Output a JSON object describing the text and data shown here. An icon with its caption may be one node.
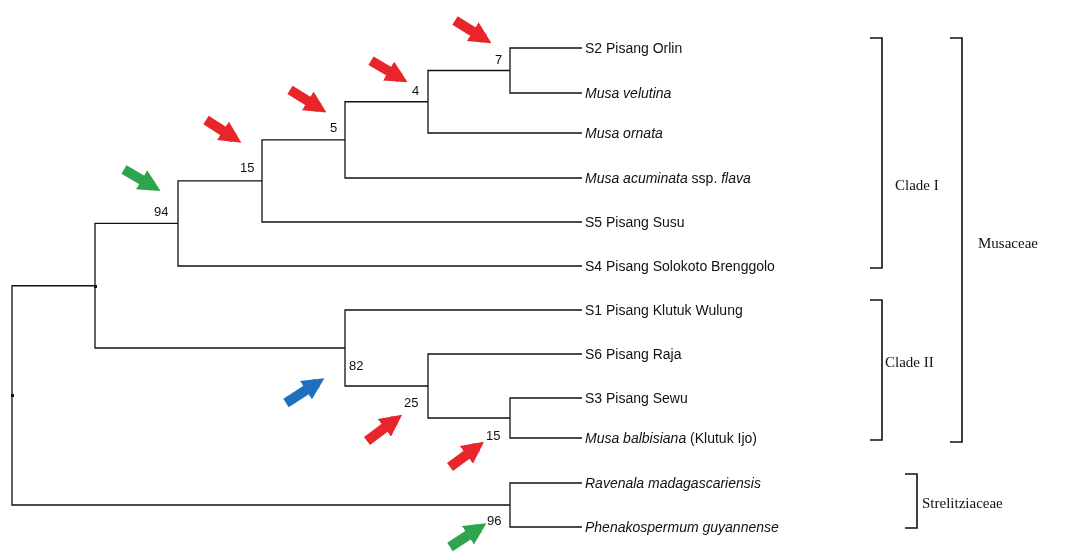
{
  "diagram": {
    "nodes": [
      {
        "text": [
          "7"
        ]
      },
      {
        "text": [
          "S2 Pisang Orlin"
        ]
      },
      {
        "text": [
          "4"
        ]
      },
      {
        "text": [
          "Musa velutina"
        ]
      },
      {
        "text": [
          "5"
        ]
      },
      {
        "text": [
          "Musa ornata"
        ]
      },
      {
        "text": [
          "15"
        ]
      },
      {
        "text": [
          "*Musa acuminata* ssp. *flava*"
        ]
      },
      {
        "text": [
          "94"
        ]
      },
      {
        "text": [
          "S5 Pisang Susu"
        ]
      },
      {
        "text": [
          "S4 Pisang Solokoto Brenggolo"
        ]
      },
      {
        "text": [],
        "shape": "point"
      },
      {
        "text": [],
        "shape": "point"
      },
      {
        "text": [
          "S1 Pisang Klutuk Wulung"
        ]
      },
      {
        "text": [
          "82"
        ]
      },
      {
        "text": [
          "S6 Pisang Raja"
        ]
      },
      {
        "text": [
          "25"
        ]
      },
      {
        "text": [
          "S3 Pisang Sewu"
        ]
      },
      {
        "text": [
          "15"
        ]
      },
      {
        "text": [
          "*Musa balbisiana* (Klutuk Ijo)"
        ]
      },
      {
        "text": [
          "Ravenala madagascariensis"
        ]
      },
      {
        "text": [
          "96"
        ]
      },
      {
        "text": [
          "Phenakospermum guyannense"
        ]
      }
    ],
    "edges": [
      {
        "from": 12,
        "to": 11,
        "arrow": "none"
      },
      {
        "from": 12,
        "to": 21,
        "arrow": "none"
      },
      {
        "from": 11,
        "to": 8,
        "arrow": "none"
      },
      {
        "from": 11,
        "to": 14,
        "arrow": "none"
      },
      {
        "from": 8,
        "to": 6,
        "arrow": "none"
      },
      {
        "from": 8,
        "to": 10,
        "arrow": "none"
      },
      {
        "from": 6,
        "to": 4,
        "arrow": "none"
      },
      {
        "from": 6,
        "to": 9,
        "arrow": "none"
      },
      {
        "from": 4,
        "to": 2,
        "arrow": "none"
      },
      {
        "from": 4,
        "to": 7,
        "arrow": "none"
      },
      {
        "from": 2,
        "to": 0,
        "arrow": "none"
      },
      {
        "from": 2,
        "to": 5,
        "arrow": "none"
      },
      {
        "from": 0,
        "to": 1,
        "arrow": "none"
      },
      {
        "from": 0,
        "to": 3,
        "arrow": "none"
      },
      {
        "from": 14,
        "to": 13,
        "arrow": "none"
      },
      {
        "from": 14,
        "to": 16,
        "arrow": "none"
      },
      {
        "from": 16,
        "to": 15,
        "arrow": "none"
      },
      {
        "from": 16,
        "to": 18,
        "arrow": "none"
      },
      {
        "from": 18,
        "to": 17,
        "arrow": "none"
      },
      {
        "from": 18,
        "to": 19,
        "arrow": "none"
      },
      {
        "from": 21,
        "to": 20,
        "arrow": "none"
      },
      {
        "from": 21,
        "to": 22,
        "arrow": "none"
      },
      {
        "from": null,
        "to": 0,
        "arrow": "to",
        "style": "thick",
        "color": "#e8252b"
      },
      {
        "from": null,
        "to": 2,
        "arrow": "to",
        "style": "thick",
        "color": "#e8252b"
      },
      {
        "from": null,
        "to": 4,
        "arrow": "to",
        "style": "thick",
        "color": "#e8252b"
      },
      {
        "from": null,
        "to": 6,
        "arrow": "to",
        "style": "thick",
        "color": "#e8252b"
      },
      {
        "from": null,
        "to": 8,
        "arrow": "to",
        "style": "thick",
        "color": "#2ea44f"
      },
      {
        "from": null,
        "to": 14,
        "arrow": "to",
        "style": "thick",
        "color": "#1f6fbf"
      },
      {
        "from": null,
        "to": 16,
        "arrow": "to",
        "style": "thick",
        "color": "#e8252b"
      },
      {
        "from": null,
        "to": 18,
        "arrow": "to",
        "style": "thick",
        "color": "#e8252b"
      },
      {
        "from": null,
        "to": 21,
        "arrow": "to",
        "style": "thick",
        "color": "#2ea44f"
      }
    ],
    "labels": [
      "Clade I",
      "Clade II",
      "Musaceae",
      "Strelitziaceae"
    ]
  }
}
